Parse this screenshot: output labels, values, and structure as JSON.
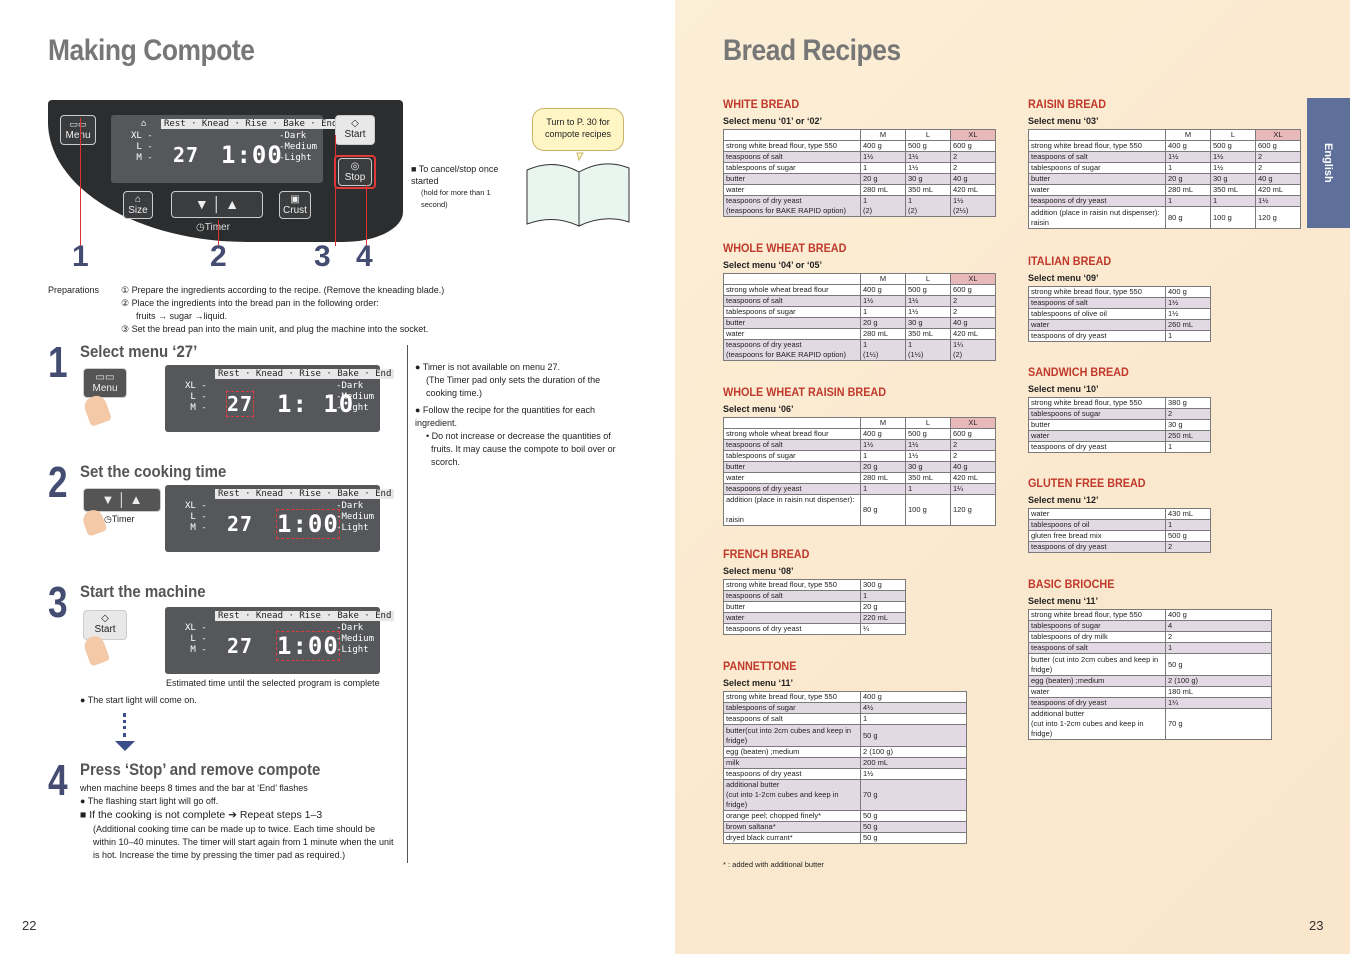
{
  "left": {
    "title": "Making Compote",
    "page_number": "22",
    "panel": {
      "menu": "Menu",
      "start": "Start",
      "stop": "Stop",
      "size": "Size",
      "crust": "Crust",
      "timer": "Timer",
      "lcd_bar": "Rest · Knead · Rise · Bake · End",
      "sizes": [
        "XL",
        "L",
        "M"
      ],
      "crusts": [
        "Dark",
        "Medium",
        "Light"
      ],
      "lcd_menu": "27",
      "lcd_time": "1:00",
      "down_arrow": "▼",
      "up_arrow": "▲"
    },
    "callouts": [
      "1",
      "2",
      "3",
      "4"
    ],
    "cancel_note": "■ To cancel/stop once started",
    "cancel_sub": "(hold for more than 1 second)",
    "bubble": "Turn to P. 30 for compote recipes",
    "preparations_label": "Preparations",
    "prep": [
      "① Prepare the ingredients according to the recipe. (Remove the kneading blade.)",
      "② Place the ingredients into the bread pan in the following order:",
      "fruits → sugar →liquid.",
      "③ Set the bread pan into the main unit, and plug the machine into the socket."
    ],
    "steps": [
      {
        "num": "1",
        "title": "Select menu ‘27’",
        "lcd_menu": "27",
        "lcd_time": "1: 10"
      },
      {
        "num": "2",
        "title": "Set the cooking time",
        "lcd_menu": "27",
        "lcd_time": "1:00"
      },
      {
        "num": "3",
        "title": "Start the machine",
        "lcd_menu": "27",
        "lcd_time": "1:00",
        "caption": "Estimated time until the selected program is complete",
        "bullet": "● The start light will come on."
      },
      {
        "num": "4",
        "title": "Press ‘Stop’ and remove compote",
        "l1": "when machine beeps 8 times and the bar at ‘End’ flashes",
        "l2": "● The flashing start light will go off.",
        "l3": "■ If the cooking is not complete ➔ Repeat steps 1–3",
        "l4": "(Additional cooking time can be made up to twice. Each time should be within 10–40 minutes. The timer will start again from 1 minute when the unit is hot. Increase the time by pressing the timer pad as required.)"
      }
    ],
    "notes": [
      "● Timer is not available on menu 27.",
      "(The Timer pad only sets the duration of the cooking time.)",
      "● Follow the recipe for the quantities for each ingredient.",
      "• Do not increase or decrease the quantities of fruits. It may cause the compote to boil over or scorch."
    ]
  },
  "right": {
    "title": "Bread Recipes",
    "page_number": "23",
    "lang_tab": "English",
    "footnote": "* : added with additional butter",
    "recipes": {
      "white": {
        "title": "WHITE BREAD",
        "menu": "Select menu ‘01’ or ‘02’",
        "cols": [
          "M",
          "L",
          "XL"
        ],
        "rows": [
          [
            "strong white bread flour, type 550",
            "400 g",
            "500 g",
            "600 g"
          ],
          [
            "teaspoons of salt",
            "1½",
            "1½",
            "2"
          ],
          [
            "tablespoons of sugar",
            "1",
            "1½",
            "2"
          ],
          [
            "butter",
            "20 g",
            "30 g",
            "40 g"
          ],
          [
            "water",
            "280 mL",
            "350 mL",
            "420 mL"
          ],
          [
            "teaspoons of dry yeast\n(teaspoons for BAKE RAPID option)",
            "1\n(2)",
            "1\n(2)",
            "1½\n(2½)"
          ]
        ]
      },
      "wholewheat": {
        "title": "WHOLE WHEAT BREAD",
        "menu": "Select menu ‘04’ or ‘05’",
        "cols": [
          "M",
          "L",
          "XL"
        ],
        "rows": [
          [
            "strong whole wheat bread flour",
            "400 g",
            "500 g",
            "600 g"
          ],
          [
            "teaspoons of salt",
            "1½",
            "1½",
            "2"
          ],
          [
            "tablespoons of sugar",
            "1",
            "1½",
            "2"
          ],
          [
            "butter",
            "20 g",
            "30 g",
            "40 g"
          ],
          [
            "water",
            "280 mL",
            "350 mL",
            "420 mL"
          ],
          [
            "teaspoons of dry yeast\n(teaspoons for BAKE RAPID option)",
            "1\n(1½)",
            "1\n(1½)",
            "1¼\n(2)"
          ]
        ]
      },
      "wwraisin": {
        "title": "WHOLE WHEAT RAISIN BREAD",
        "menu": "Select menu ‘06’",
        "cols": [
          "M",
          "L",
          "XL"
        ],
        "rows": [
          [
            "strong whole wheat bread flour",
            "400 g",
            "500 g",
            "600 g"
          ],
          [
            "teaspoons of salt",
            "1½",
            "1½",
            "2"
          ],
          [
            "tablespoons of sugar",
            "1",
            "1½",
            "2"
          ],
          [
            "butter",
            "20 g",
            "30 g",
            "40 g"
          ],
          [
            "water",
            "280 mL",
            "350 mL",
            "420 mL"
          ],
          [
            "teaspoons of dry yeast",
            "1",
            "1",
            "1¼"
          ],
          [
            "addition (place in raisin nut dispenser):\n\nraisin",
            "80 g",
            "100 g",
            "120 g"
          ]
        ]
      },
      "french": {
        "title": "FRENCH BREAD",
        "menu": "Select menu ‘08’",
        "rows": [
          [
            "strong white bread flour, type 550",
            "300 g"
          ],
          [
            "teaspoons of salt",
            "1"
          ],
          [
            "butter",
            "20 g"
          ],
          [
            "water",
            "220 mL"
          ],
          [
            "teaspoons of dry yeast",
            "¼"
          ]
        ]
      },
      "pannettone": {
        "title": "PANNETTONE",
        "menu": "Select menu ‘11’",
        "rows": [
          [
            "strong white bread flour, type 550",
            "400 g"
          ],
          [
            "tablespoons of sugar",
            "4½"
          ],
          [
            "teaspoons of salt",
            "1"
          ],
          [
            "butter(cut into 2cm cubes and keep in fridge)",
            "50 g"
          ],
          [
            "egg (beaten) ;medium",
            "2 (100 g)"
          ],
          [
            "milk",
            "200 mL"
          ],
          [
            "teaspoons of dry yeast",
            "1½"
          ],
          [
            "additional butter\n(cut into 1-2cm cubes and keep in fridge)",
            "70 g"
          ],
          [
            "orange peel; chopped finely*",
            "50 g"
          ],
          [
            "brown saltana*",
            "50 g"
          ],
          [
            "dryed black currant*",
            "50 g"
          ]
        ]
      },
      "raisin": {
        "title": "RAISIN BREAD",
        "menu": "Select menu ‘03’",
        "cols": [
          "M",
          "L",
          "XL"
        ],
        "rows": [
          [
            "strong white bread flour, type 550",
            "400 g",
            "500 g",
            "600 g"
          ],
          [
            "teaspoons of salt",
            "1½",
            "1½",
            "2"
          ],
          [
            "tablespoons of sugar",
            "1",
            "1½",
            "2"
          ],
          [
            "butter",
            "20 g",
            "30 g",
            "40 g"
          ],
          [
            "water",
            "280 mL",
            "350 mL",
            "420 mL"
          ],
          [
            "teaspoons of dry yeast",
            "1",
            "1",
            "1½"
          ],
          [
            "addition (place in raisin nut dispenser):\nraisin",
            "80 g",
            "100 g",
            "120 g"
          ]
        ]
      },
      "italian": {
        "title": "ITALIAN BREAD",
        "menu": "Select menu ‘09’",
        "rows": [
          [
            "strong white bread flour, type 550",
            "400 g"
          ],
          [
            "teaspoons of salt",
            "1½"
          ],
          [
            "tablespoons of olive oil",
            "1½"
          ],
          [
            "water",
            "260 mL"
          ],
          [
            "teaspoons of dry yeast",
            "1"
          ]
        ]
      },
      "sandwich": {
        "title": "SANDWICH BREAD",
        "menu": "Select menu ‘10’",
        "rows": [
          [
            "strong white bread flour, type 550",
            "380 g"
          ],
          [
            "tablespoons of sugar",
            "2"
          ],
          [
            "butter",
            "30 g"
          ],
          [
            "water",
            "250 mL"
          ],
          [
            "teaspoons of dry yeast",
            "1"
          ]
        ]
      },
      "gluten": {
        "title": "GLUTEN FREE BREAD",
        "menu": "Select menu ‘12’",
        "rows": [
          [
            "water",
            "430 mL"
          ],
          [
            "tablespoons of oil",
            "1"
          ],
          [
            "gluten free bread mix",
            "500 g"
          ],
          [
            "teaspoons of dry yeast",
            "2"
          ]
        ]
      },
      "brioche": {
        "title": "BASIC BRIOCHE",
        "menu": "Select menu ‘11’",
        "rows": [
          [
            "strong white bread flour, type 550",
            "400 g"
          ],
          [
            "tablespoons of sugar",
            "4"
          ],
          [
            "tablespoons of dry milk",
            "2"
          ],
          [
            "teaspoons of salt",
            "1"
          ],
          [
            "butter (cut into 2cm cubes and keep in fridge)",
            "50 g"
          ],
          [
            "egg (beaten) ;medium",
            "2 (100 g)"
          ],
          [
            "water",
            "180 mL"
          ],
          [
            "teaspoons of dry yeast",
            "1¼"
          ],
          [
            "additional butter\n(cut into 1-2cm cubes and keep in fridge)",
            "70 g"
          ]
        ]
      }
    }
  }
}
